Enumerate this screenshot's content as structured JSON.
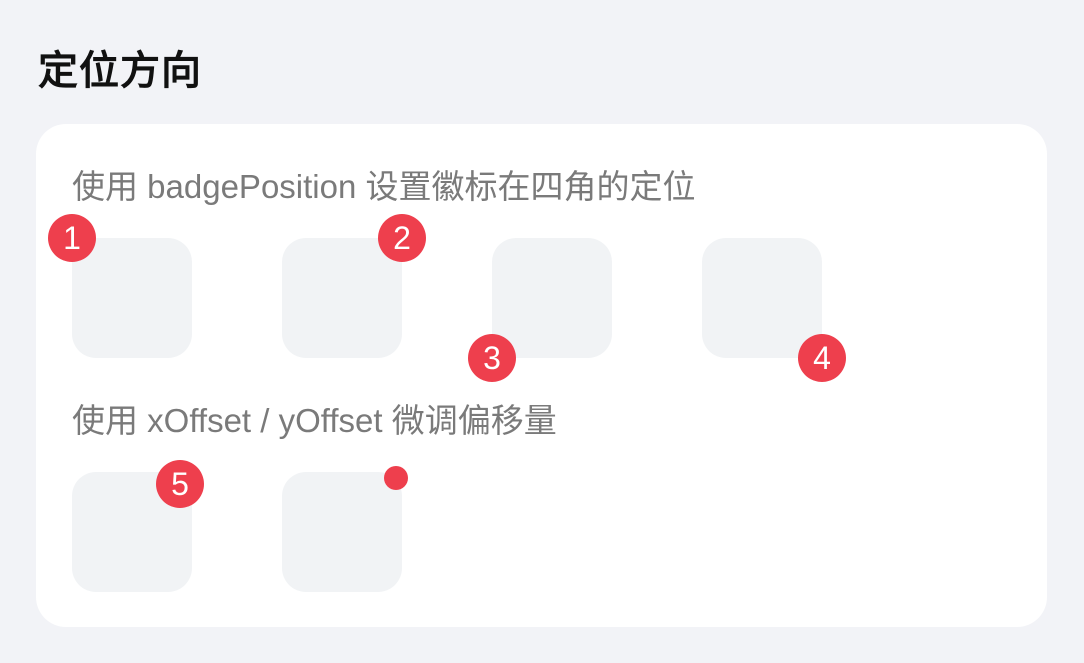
{
  "page": {
    "title": "定位方向"
  },
  "section1": {
    "label": "使用 badgePosition 设置徽标在四角的定位",
    "items": [
      {
        "position": "top-left",
        "badge": "1"
      },
      {
        "position": "top-right",
        "badge": "2"
      },
      {
        "position": "bottom-left",
        "badge": "3"
      },
      {
        "position": "bottom-right",
        "badge": "4"
      }
    ]
  },
  "section2": {
    "label": "使用 xOffset / yOffset 微调偏移量",
    "items": [
      {
        "type": "number",
        "badge": "5"
      },
      {
        "type": "dot",
        "badge": ""
      }
    ]
  },
  "colors": {
    "badge": "#ee3f4d",
    "box": "#f1f3f5",
    "card": "#ffffff",
    "background": "#f2f3f7"
  }
}
